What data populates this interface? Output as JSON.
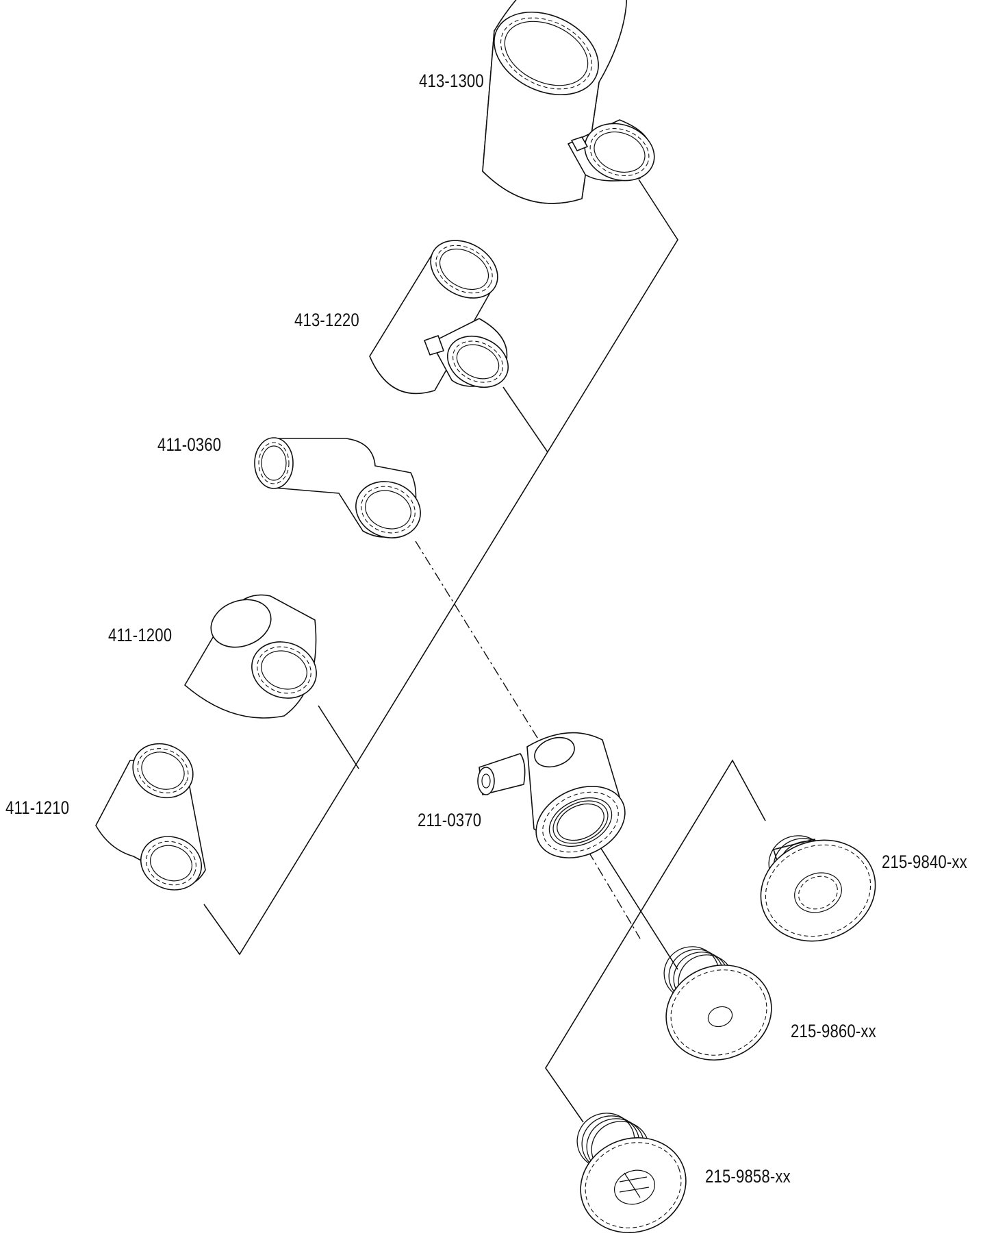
{
  "labels": {
    "p4131300": "413-1300",
    "p4131220": "413-1220",
    "p4110360": "411-0360",
    "p4111200": "411-1200",
    "p4111210": "411-1210",
    "p2110370": "211-0370",
    "p2159840": "215-9840-xx",
    "p2159860": "215-9860-xx",
    "p2159858": "215-9858-xx"
  }
}
